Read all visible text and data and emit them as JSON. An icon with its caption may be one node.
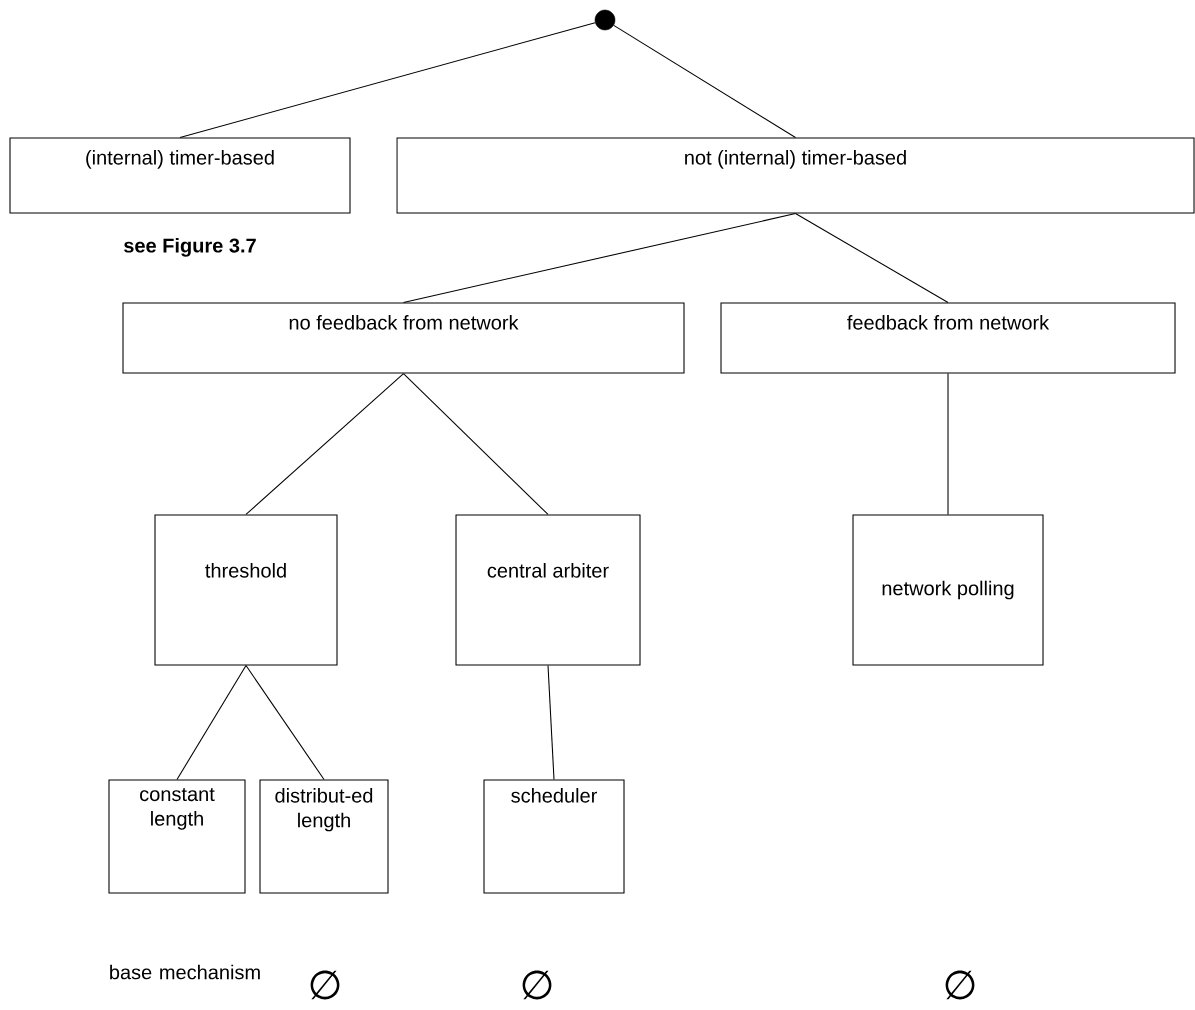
{
  "diagram": {
    "nodes": [
      {
        "text": [],
        "shape": "circle"
      },
      {
        "text": [
          "(internal) timer-based"
        ],
        "beside": [
          "see Figure 3.7"
        ]
      },
      {
        "text": [
          "not (internal) timer-based"
        ]
      },
      {
        "text": [
          "no feedback from network"
        ]
      },
      {
        "text": [
          "feedback from network"
        ]
      },
      {
        "text": [
          "threshold"
        ]
      },
      {
        "text": [
          "central arbiter"
        ]
      },
      {
        "text": [
          "network polling"
        ]
      },
      {
        "text": [
          "constant length"
        ]
      },
      {
        "text": [
          "distribut-ed length"
        ]
      },
      {
        "text": [
          "scheduler"
        ]
      }
    ],
    "edges": [
      {
        "from": 0,
        "to": 1,
        "arrow": "none"
      },
      {
        "from": 0,
        "to": 2,
        "arrow": "none"
      },
      {
        "from": 2,
        "to": 3,
        "arrow": "none"
      },
      {
        "from": 2,
        "to": 4,
        "arrow": "none"
      },
      {
        "from": 3,
        "to": 5,
        "arrow": "none"
      },
      {
        "from": 3,
        "to": 6,
        "arrow": "none"
      },
      {
        "from": 4,
        "to": 7,
        "arrow": "none"
      },
      {
        "from": 5,
        "to": 8,
        "arrow": "none"
      },
      {
        "from": 5,
        "to": 9,
        "arrow": "none"
      },
      {
        "from": 6,
        "to": 10,
        "arrow": "none"
      }
    ],
    "labels": [
      "base mechanism",
      "∅",
      "∅",
      "∅"
    ]
  }
}
